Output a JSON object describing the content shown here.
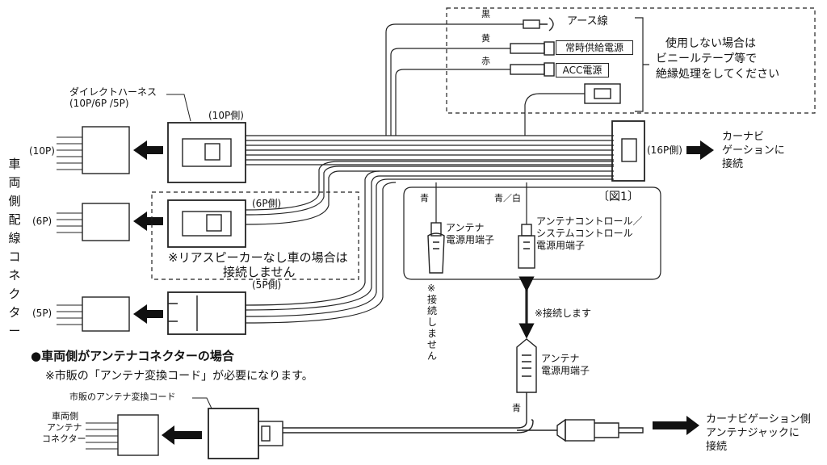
{
  "vehicle_side": {
    "title": "車両側配線コネクター",
    "harness": "ダイレクトハーネス",
    "harness_pins": "(10P/6P /5P)",
    "conn_10p": "(10P)",
    "conn_6p": "(6P)",
    "conn_5p": "(5P)",
    "side_10p": "(10P側)",
    "side_6p": "(6P側)",
    "side_5p": "(5P側)",
    "rear_note_1": "※リアスピーカーなし車の場合は",
    "rear_note_2": "接続しません"
  },
  "nav_side": {
    "side_16p": "(16P側)",
    "label_1": "カーナビ",
    "label_2": "ゲーションに",
    "label_3": "接続"
  },
  "wires": {
    "black": "黒",
    "yellow": "黄",
    "red": "赤",
    "earth": "アース線",
    "constant_power": "常時供給電源",
    "acc_power": "ACC電源",
    "unused_note_1": "使用しない場合は",
    "unused_note_2": "ビニールテープ等で",
    "unused_note_3": "絶縁処理をしてください"
  },
  "figure": {
    "label": "〔図1〕",
    "blue": "青",
    "blue_white": "青／白",
    "antenna_power_1": "アンテナ",
    "antenna_power_2": "電源用端子",
    "no_connect_vertical": "※接続しません",
    "ctrl_1": "アンテナコントロール／",
    "ctrl_2": "システムコントロール",
    "ctrl_3": "電源用端子",
    "connect_note": "※接続します"
  },
  "antenna_case": {
    "title": "●車両側がアンテナコネクターの場合",
    "note": "※市販の「アンテナ変換コード」が必要になります。",
    "adapter": "市販のアンテナ変換コード",
    "vehicle_1": "車両側",
    "vehicle_2": "アンテナ",
    "vehicle_3": "コネクター",
    "terminal_1": "アンテナ",
    "terminal_2": "電源用端子",
    "blue": "青",
    "jack_1": "カーナビゲーション側",
    "jack_2": "アンテナジャックに",
    "jack_3": "接続"
  }
}
